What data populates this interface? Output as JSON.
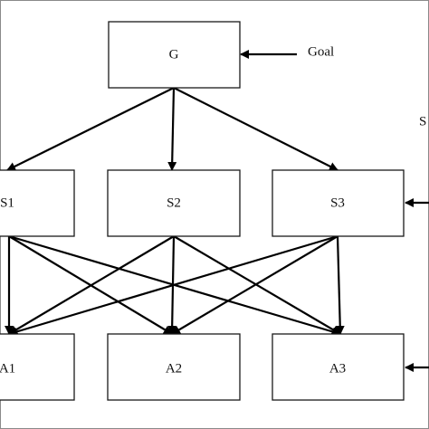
{
  "nodes": {
    "goal": {
      "label": "G"
    },
    "s1": {
      "label": "S1"
    },
    "s2": {
      "label": "S2"
    },
    "s3": {
      "label": "S3"
    },
    "a1": {
      "label": "A1"
    },
    "a2": {
      "label": "A2"
    },
    "a3": {
      "label": "A3"
    }
  },
  "annotations": {
    "goal_label": "Goal",
    "right_cut_label": "S"
  },
  "edges": [
    [
      "goal",
      "s1"
    ],
    [
      "goal",
      "s2"
    ],
    [
      "goal",
      "s3"
    ],
    [
      "s1",
      "a1"
    ],
    [
      "s1",
      "a2"
    ],
    [
      "s1",
      "a3"
    ],
    [
      "s2",
      "a1"
    ],
    [
      "s2",
      "a2"
    ],
    [
      "s2",
      "a3"
    ],
    [
      "s3",
      "a1"
    ],
    [
      "s3",
      "a2"
    ],
    [
      "s3",
      "a3"
    ]
  ],
  "colors": {
    "line": "#000000",
    "box_border": "#1a1a1a",
    "background": "#ffffff"
  }
}
